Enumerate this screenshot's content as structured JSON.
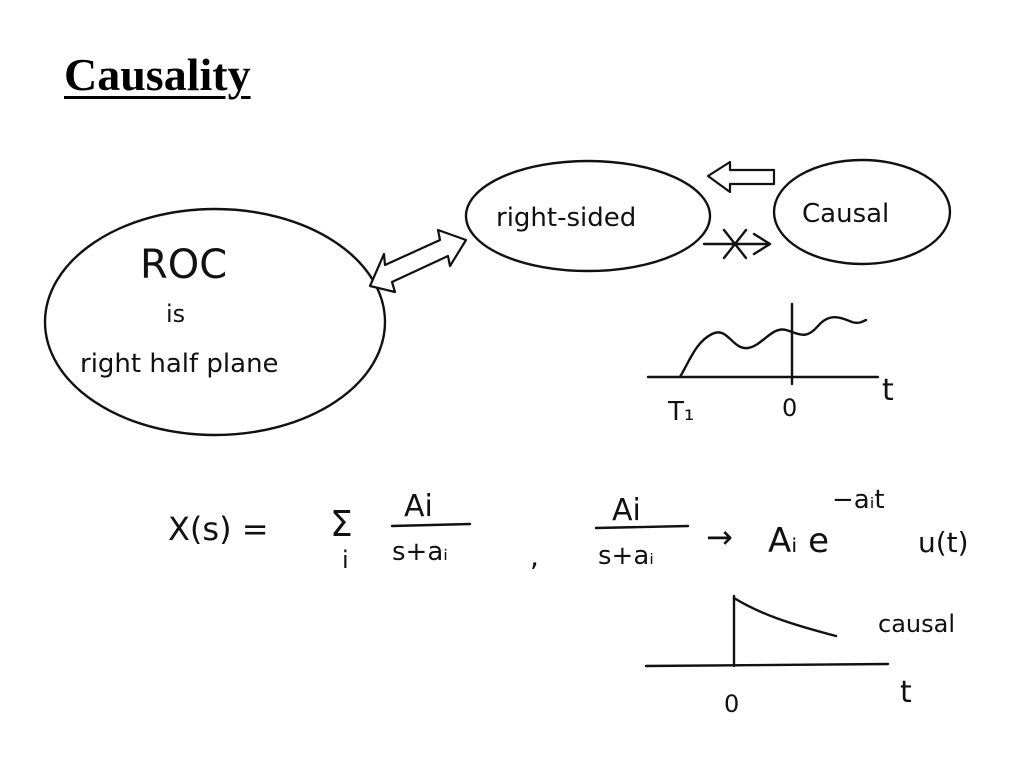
{
  "title": "Causality",
  "bubbles": {
    "roc_line1": "ROC",
    "roc_line2": "is",
    "roc_line3": "right half plane",
    "right_sided": "right-sided",
    "causal": "Causal"
  },
  "signal_plot_1": {
    "t_label": "t",
    "tick_T1": "T₁",
    "tick_zero": "0"
  },
  "formula": {
    "lhs": "X(s) =",
    "sum": "Σ",
    "sum_index": "i",
    "numerator": "Ai",
    "denominator": "s+aᵢ",
    "comma": ",",
    "numerator2": "Ai",
    "denominator2": "s+aᵢ",
    "arrow": "→",
    "result_base": "Aᵢ e",
    "result_exponent": "−aᵢt",
    "result_step": "u(t)"
  },
  "signal_plot_2": {
    "label": "causal",
    "t_label": "t",
    "tick_zero": "0"
  }
}
